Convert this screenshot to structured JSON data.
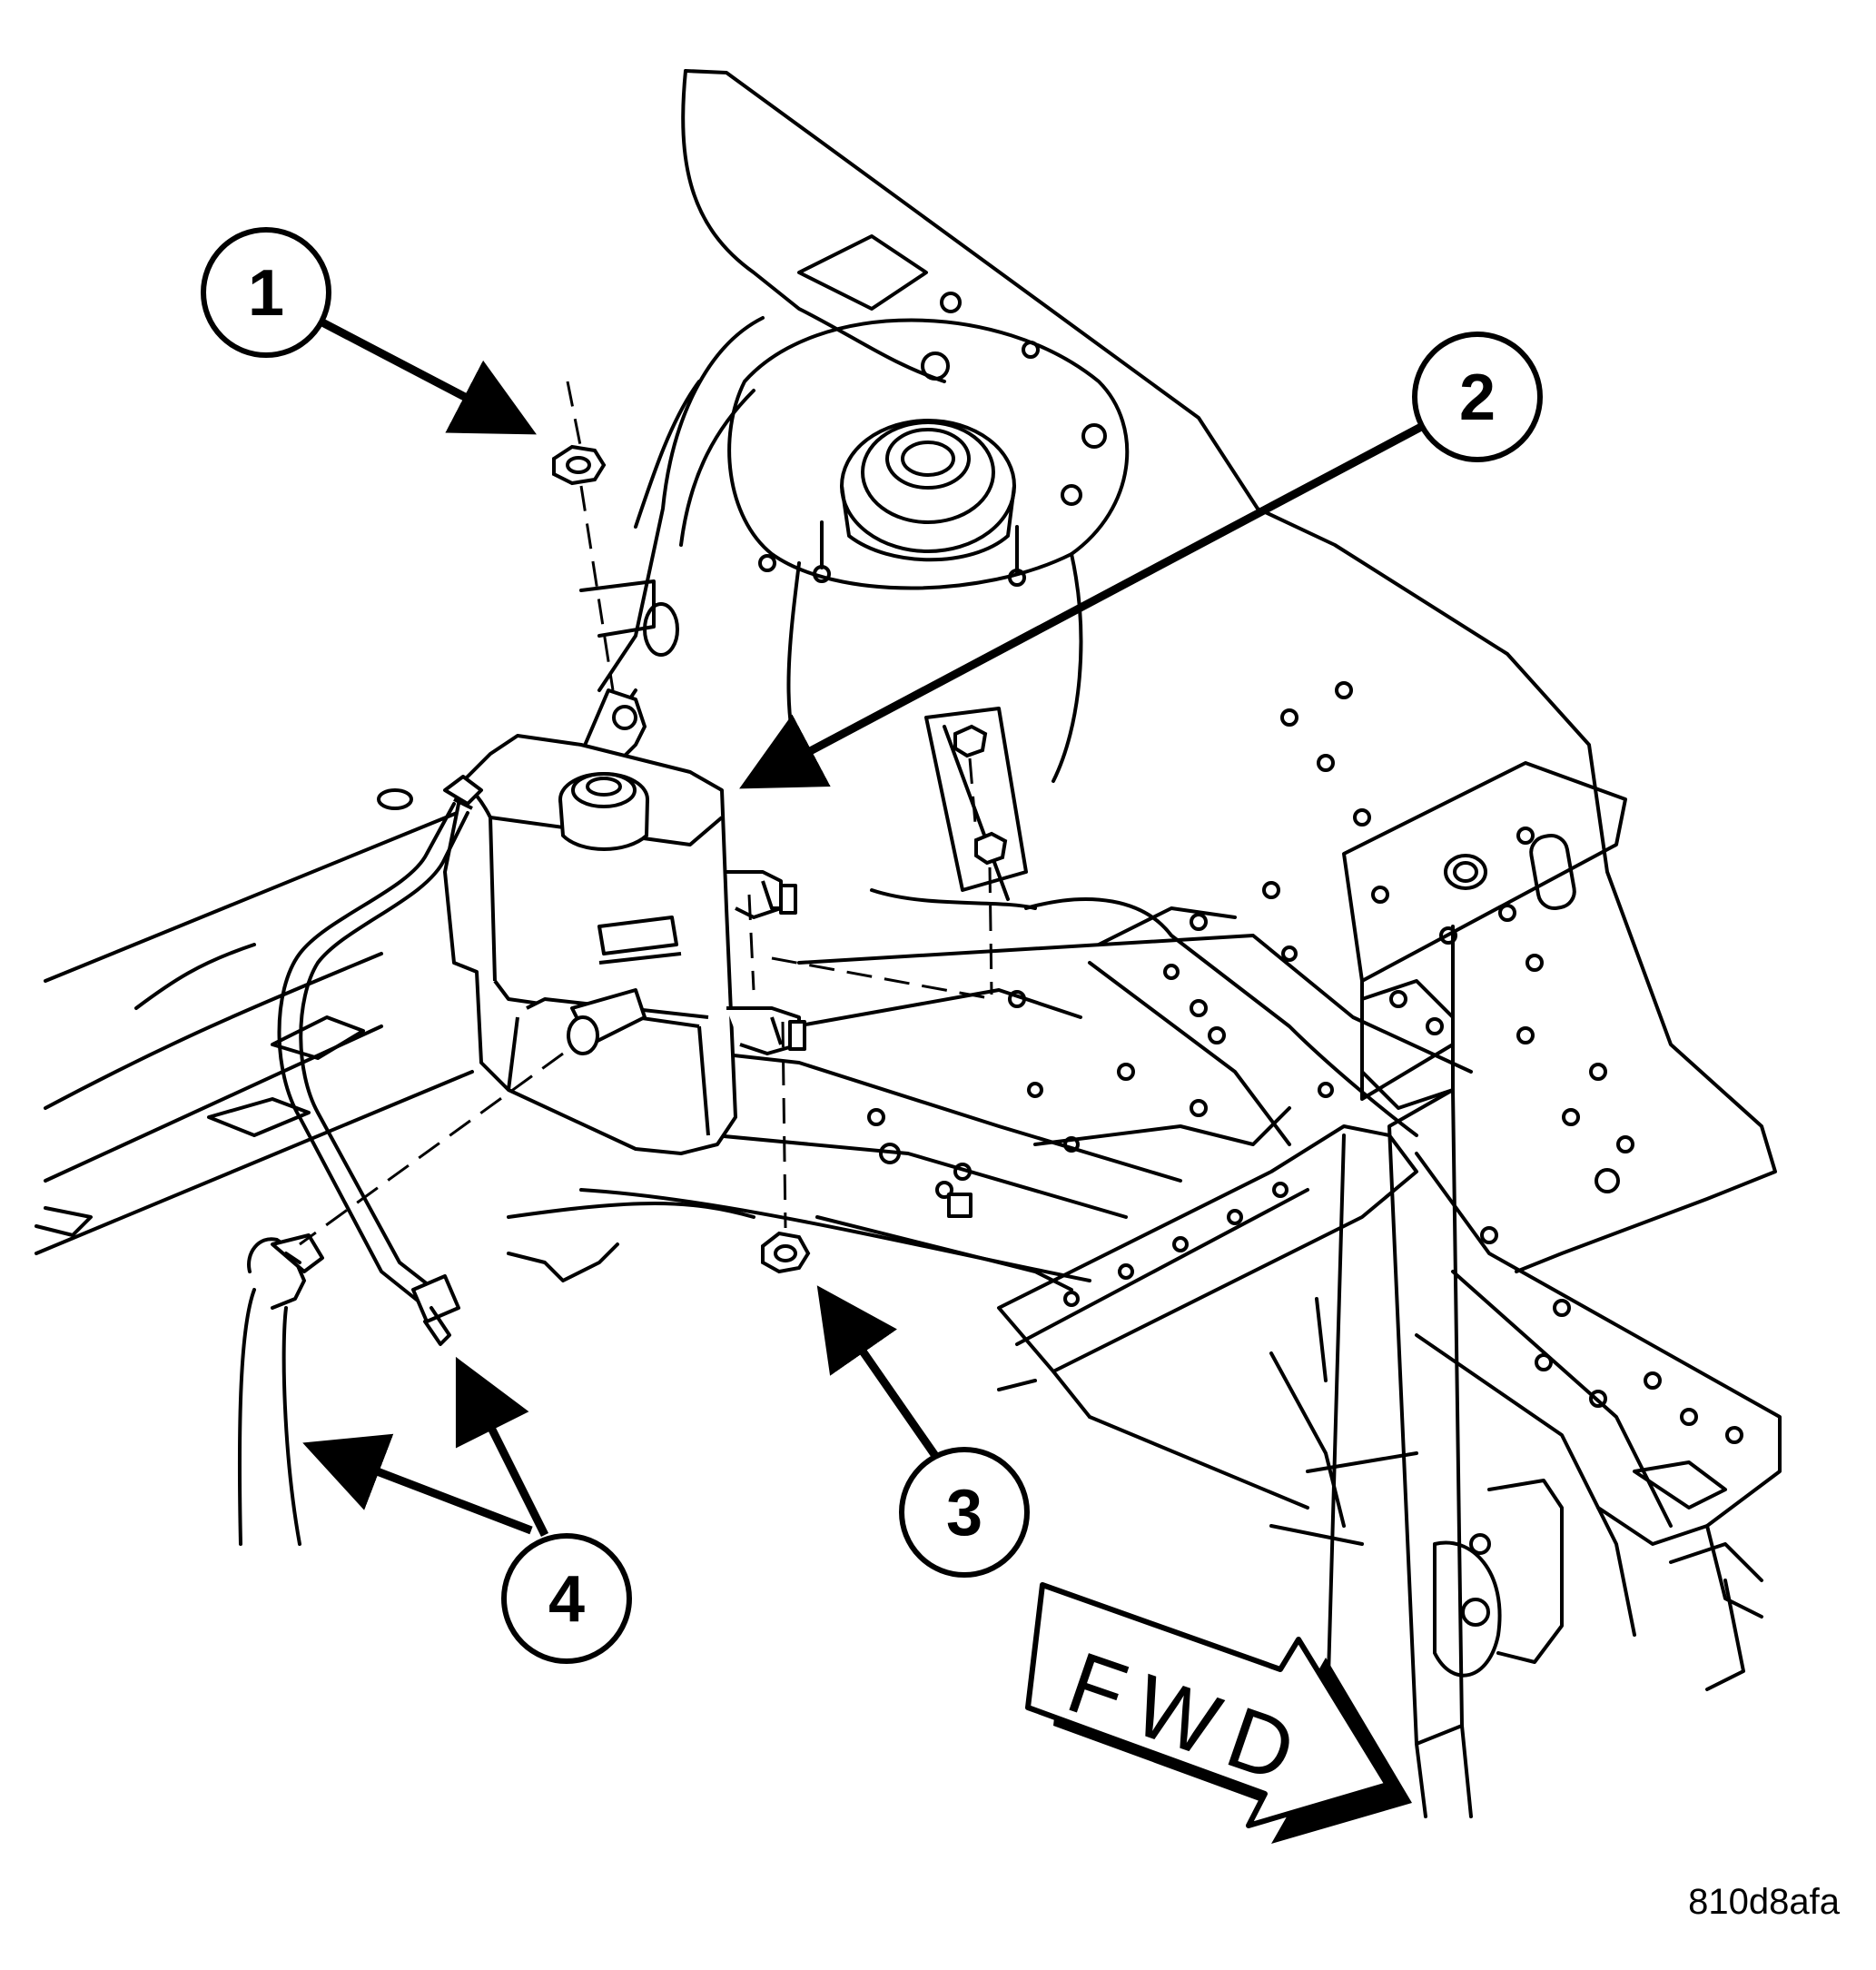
{
  "callouts": [
    {
      "number": "1",
      "part": "nut-upper"
    },
    {
      "number": "2",
      "part": "coolant-reservoir"
    },
    {
      "number": "3",
      "part": "nut-lower"
    },
    {
      "number": "4",
      "part": "hoses"
    }
  ],
  "direction_label": "FWD",
  "figure_id": "810d8afa",
  "colors": {
    "line": "#000000",
    "background": "#ffffff"
  }
}
